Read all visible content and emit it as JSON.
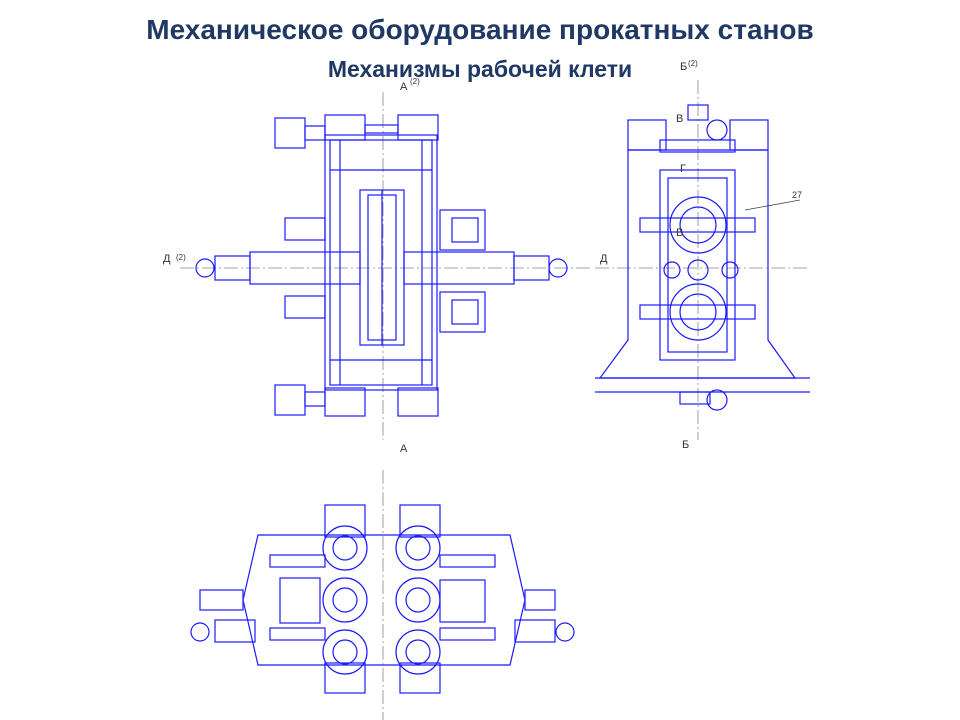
{
  "slide": {
    "title": "Механическое оборудование прокатных станов",
    "subtitle": "Механизмы рабочей клети"
  },
  "drawing": {
    "line_color": "#1a1aff",
    "accent_color": "#0b2a7a",
    "section_labels": {
      "a_top": "А",
      "a_bottom": "А",
      "a_sheet": "(2)",
      "b_top": "Б",
      "b_bottom": "Б",
      "b_sheet": "(2)",
      "d_left": "Д",
      "d_right": "Д",
      "d_sheet": "(2)",
      "v": "В",
      "v2": "В",
      "g": "Г",
      "ref_27": "27"
    }
  }
}
